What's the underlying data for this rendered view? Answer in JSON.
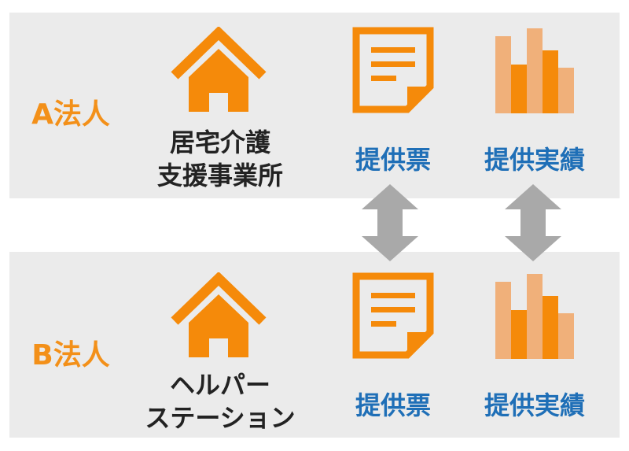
{
  "corp_a": {
    "label": "A法人",
    "office": {
      "line1": "居宅介護",
      "line2": "支援事業所"
    },
    "ticket_label": "提供票",
    "record_label": "提供実績"
  },
  "corp_b": {
    "label": "B法人",
    "office": {
      "line1": "ヘルパー",
      "line2": "ステーション"
    },
    "ticket_label": "提供票",
    "record_label": "提供実績"
  },
  "colors": {
    "orange": "#f58a0a",
    "light_orange": "#f0b07a",
    "blue": "#1f6fb7",
    "gray_arrow": "#a9a9a9",
    "panel": "#ebebeb"
  },
  "icons": [
    "house-icon",
    "document-icon",
    "bar-chart-icon",
    "double-arrow-icon"
  ]
}
